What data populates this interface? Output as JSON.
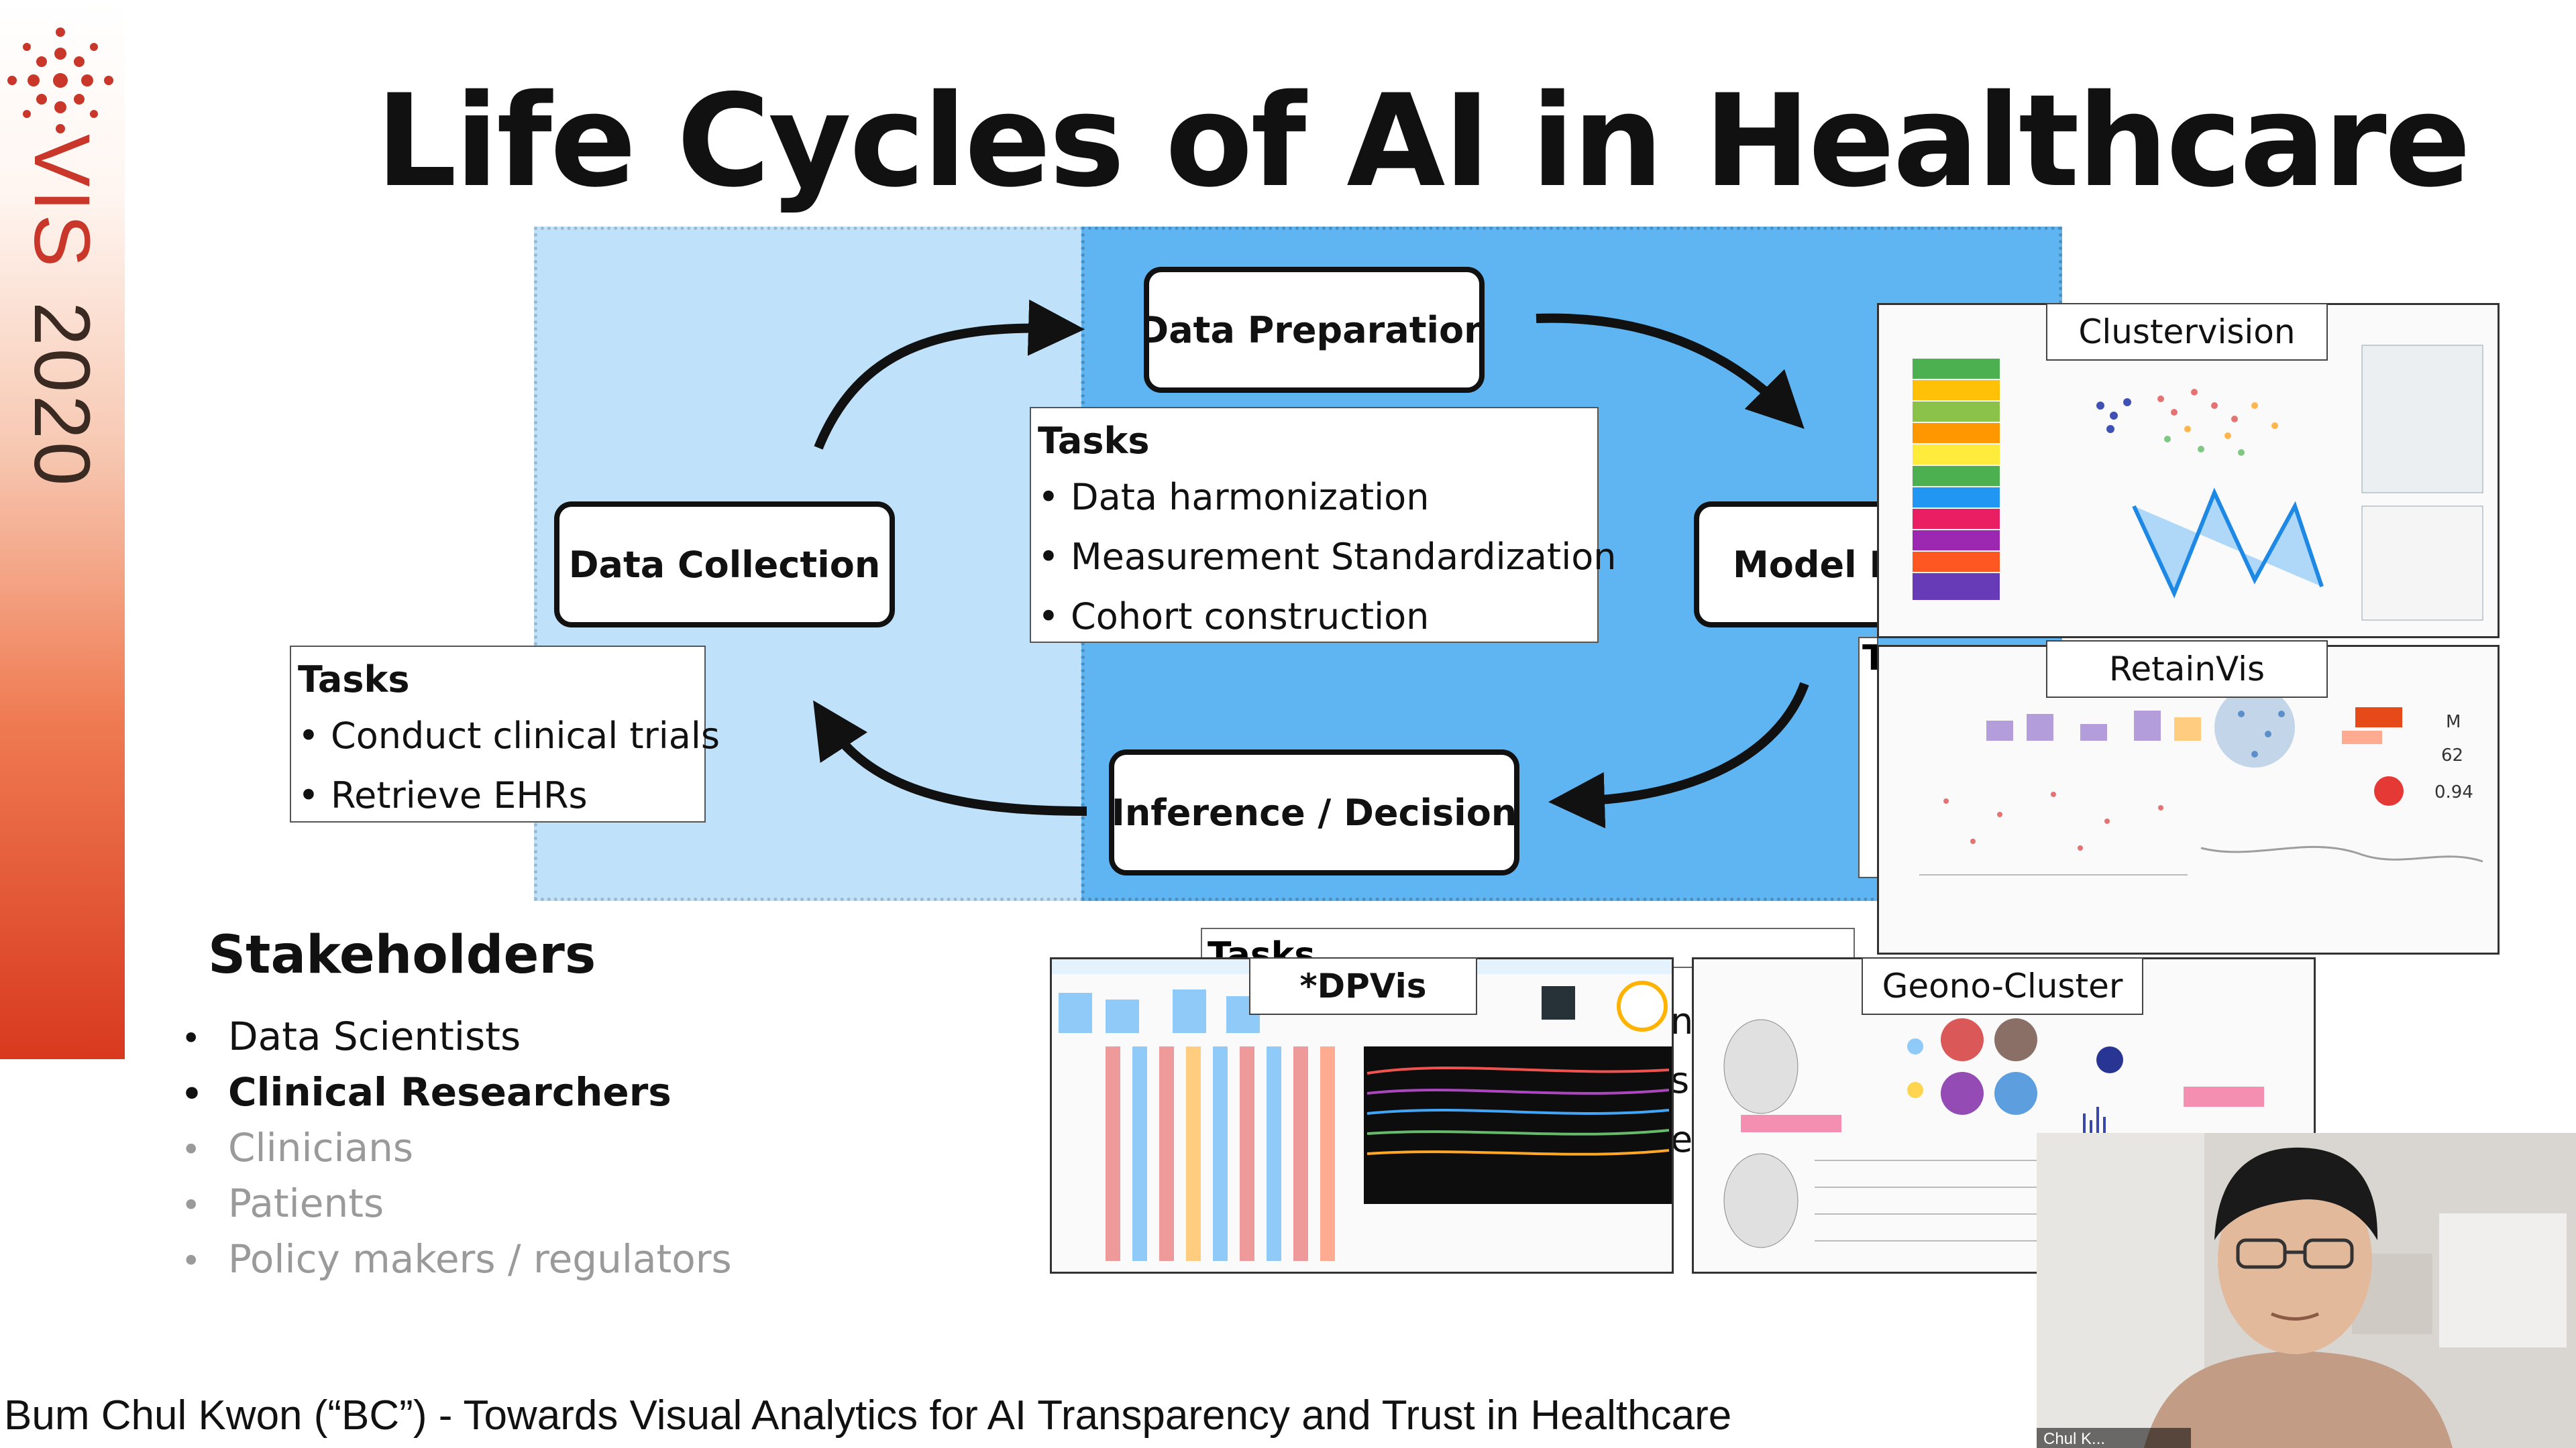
{
  "slide": {
    "title": "Life Cycles of AI in Healthcare",
    "brand": {
      "name": "VIS",
      "year": "2020",
      "accent": "#c8372a",
      "year_color": "#3a2a22"
    },
    "stages": {
      "data_collection": "Data Collection",
      "data_preparation": "Data Preparation",
      "model_building": "Model B",
      "inference_decision": "Inference / Decision"
    },
    "tasks_collection": {
      "heading": "Tasks",
      "items": [
        "Conduct clinical trials",
        "Retrieve EHRs"
      ]
    },
    "tasks_preparation": {
      "heading": "Tasks",
      "items": [
        "Data harmonization",
        "Measurement Standardization",
        "Cohort construction"
      ]
    },
    "tasks_partial": {
      "heading": "Tasks",
      "side_letter": "T"
    },
    "occluded_letters": [
      "n",
      "s",
      "e"
    ],
    "tool_screenshots": [
      "Clustervision",
      "RetainVis",
      "*DPVis",
      "Geono-Cluster"
    ],
    "retainvis_values": [
      "M",
      "62",
      "0.94"
    ],
    "stakeholders": {
      "heading": "Stakeholders",
      "items": [
        {
          "label": "Data Scientists",
          "emphasis": "normal"
        },
        {
          "label": "Clinical Researchers",
          "emphasis": "bold"
        },
        {
          "label": "Clinicians",
          "emphasis": "muted"
        },
        {
          "label": "Patients",
          "emphasis": "muted"
        },
        {
          "label": "Policy makers / regulators",
          "emphasis": "muted"
        }
      ]
    },
    "colors": {
      "panel_light": "#bfe2fa",
      "panel_dark": "#5fb5f2",
      "muted_text": "#9a9a9a"
    }
  },
  "caption": "Bum Chul Kwon (“BC”) - Towards Visual Analytics for AI Transparency and Trust in Healthcare",
  "webcam": {
    "name_tag": "Chul K..."
  }
}
